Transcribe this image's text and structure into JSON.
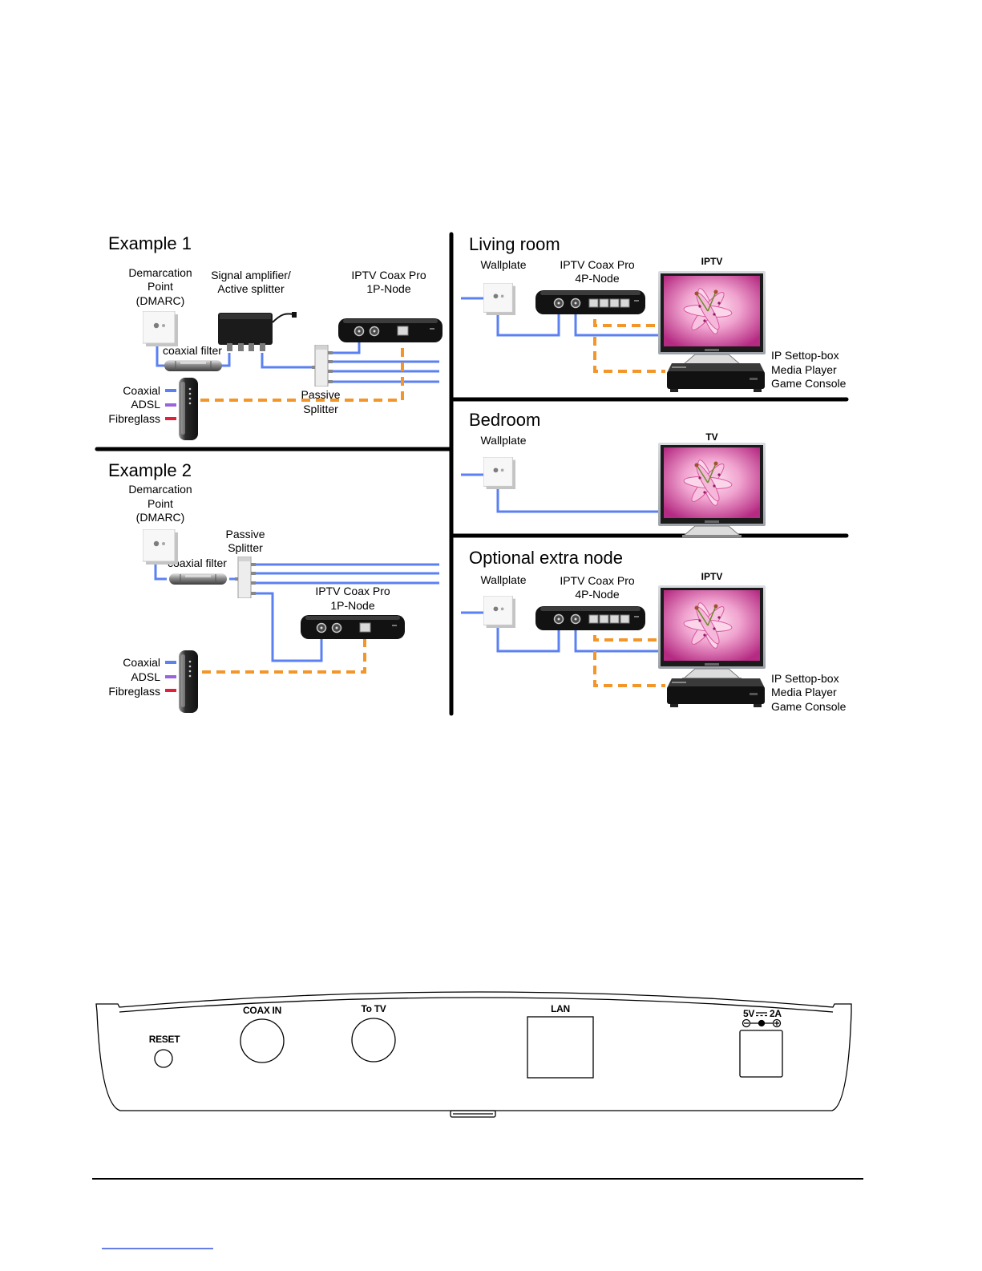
{
  "example1": {
    "title": "Example 1",
    "dmarc": [
      "Demarcation",
      "Point",
      "(DMARC)"
    ],
    "amplifier": [
      "Signal amplifier/",
      "Active splitter"
    ],
    "node": [
      "IPTV Coax Pro",
      "1P-Node"
    ],
    "filter": "coaxial filter",
    "splitter": [
      "Passive",
      "Splitter"
    ],
    "legend": [
      "Coaxial",
      "ADSL",
      "Fibreglass"
    ]
  },
  "example2": {
    "title": "Example 2",
    "dmarc": [
      "Demarcation",
      "Point",
      "(DMARC)"
    ],
    "splitter": [
      "Passive",
      "Splitter"
    ],
    "filter": "coaxial filter",
    "node": [
      "IPTV Coax Pro",
      "1P-Node"
    ],
    "legend": [
      "Coaxial",
      "ADSL",
      "Fibreglass"
    ]
  },
  "living_room": {
    "title": "Living room",
    "wallplate": "Wallplate",
    "node": [
      "IPTV Coax Pro",
      "4P-Node"
    ],
    "tv": "IPTV",
    "devices": [
      "IP Settop-box",
      "Media Player",
      "Game Console"
    ]
  },
  "bedroom": {
    "title": "Bedroom",
    "wallplate": "Wallplate",
    "tv": "TV"
  },
  "extra_node": {
    "title": "Optional extra node",
    "wallplate": "Wallplate",
    "node": [
      "IPTV Coax Pro",
      "4P-Node"
    ],
    "tv": "IPTV",
    "devices": [
      "IP Settop-box",
      "Media Player",
      "Game Console"
    ]
  },
  "rear_panel": {
    "reset": "RESET",
    "coax_in": "COAX IN",
    "to_tv": "To TV",
    "lan": "LAN",
    "power_voltage": "5V",
    "power_current": "2A"
  },
  "colors": {
    "coaxial": "#5b80f2",
    "adsl": "#9a62dc",
    "fibreglass": "#e3203a",
    "ethernet": "#f3962a",
    "link": "#3355dd"
  }
}
